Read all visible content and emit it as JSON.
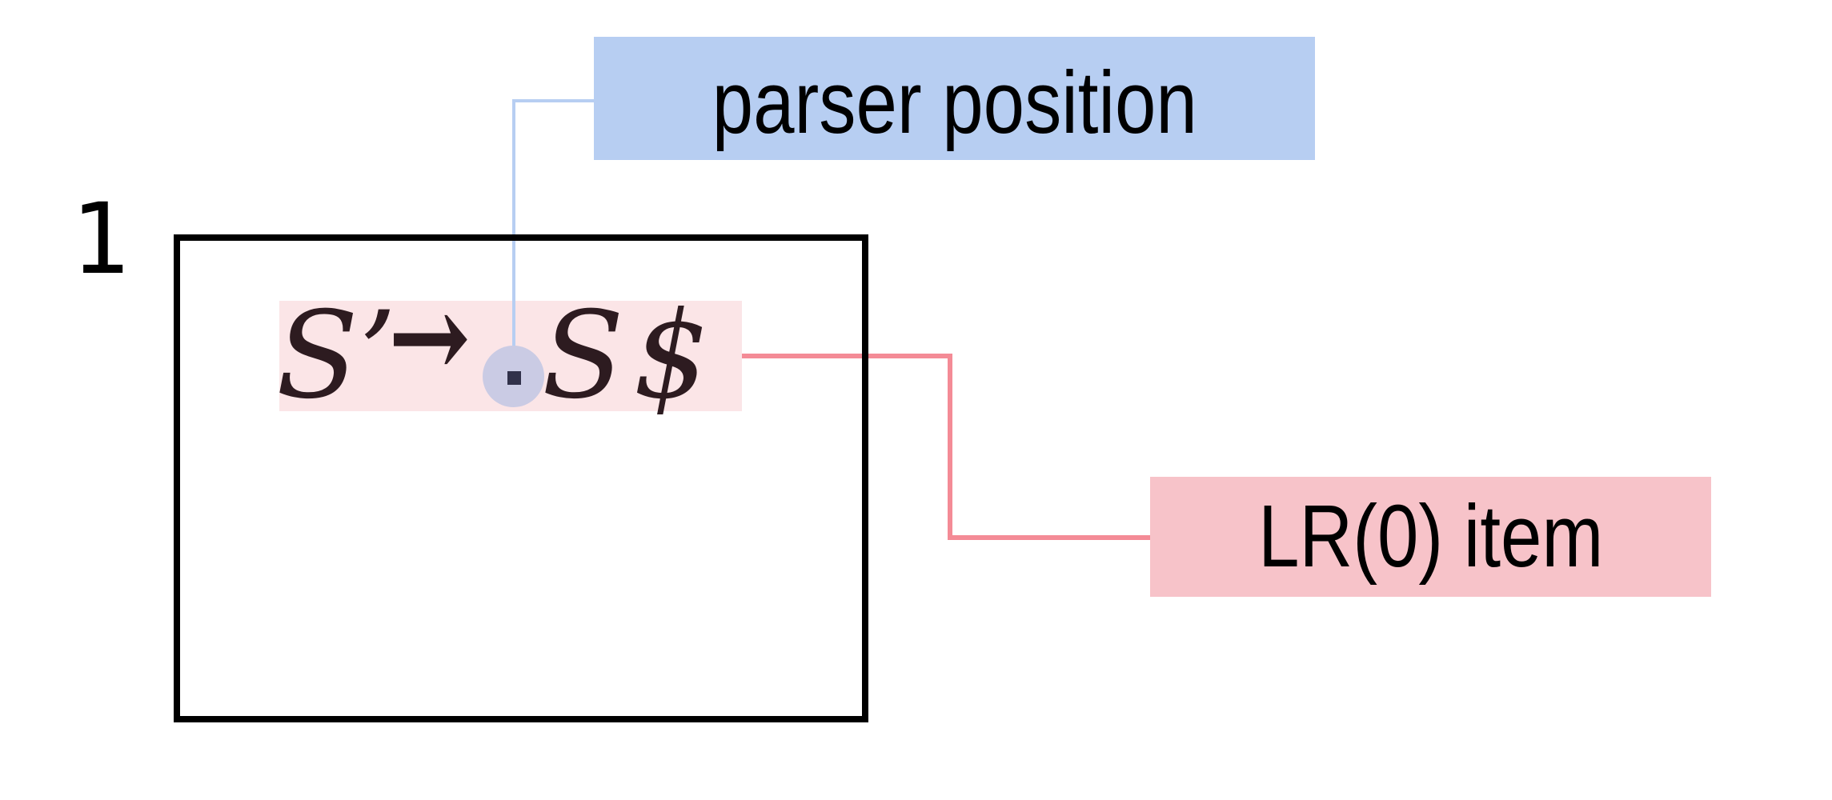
{
  "diagram": {
    "state_number": "1",
    "item": {
      "lhs": "S’",
      "arrow": "→",
      "dot": ".",
      "rhs_symbol": "S",
      "end_marker": "$"
    }
  },
  "labels": {
    "parser_position": "parser position",
    "lr0_item": "LR(0) item"
  },
  "colors": {
    "blue_label_bg": "#b7cef2",
    "blue_connector": "#b7cef2",
    "pink_label_bg": "#f7c3c9",
    "red_connector": "#f48b96",
    "item_highlight_bg": "#fbe5e7",
    "dot_circle_bg": "#cacbe4",
    "dot_square": "#31314a",
    "item_text": "#2d1b20",
    "label_text": "#000000",
    "state_border": "#000000"
  }
}
